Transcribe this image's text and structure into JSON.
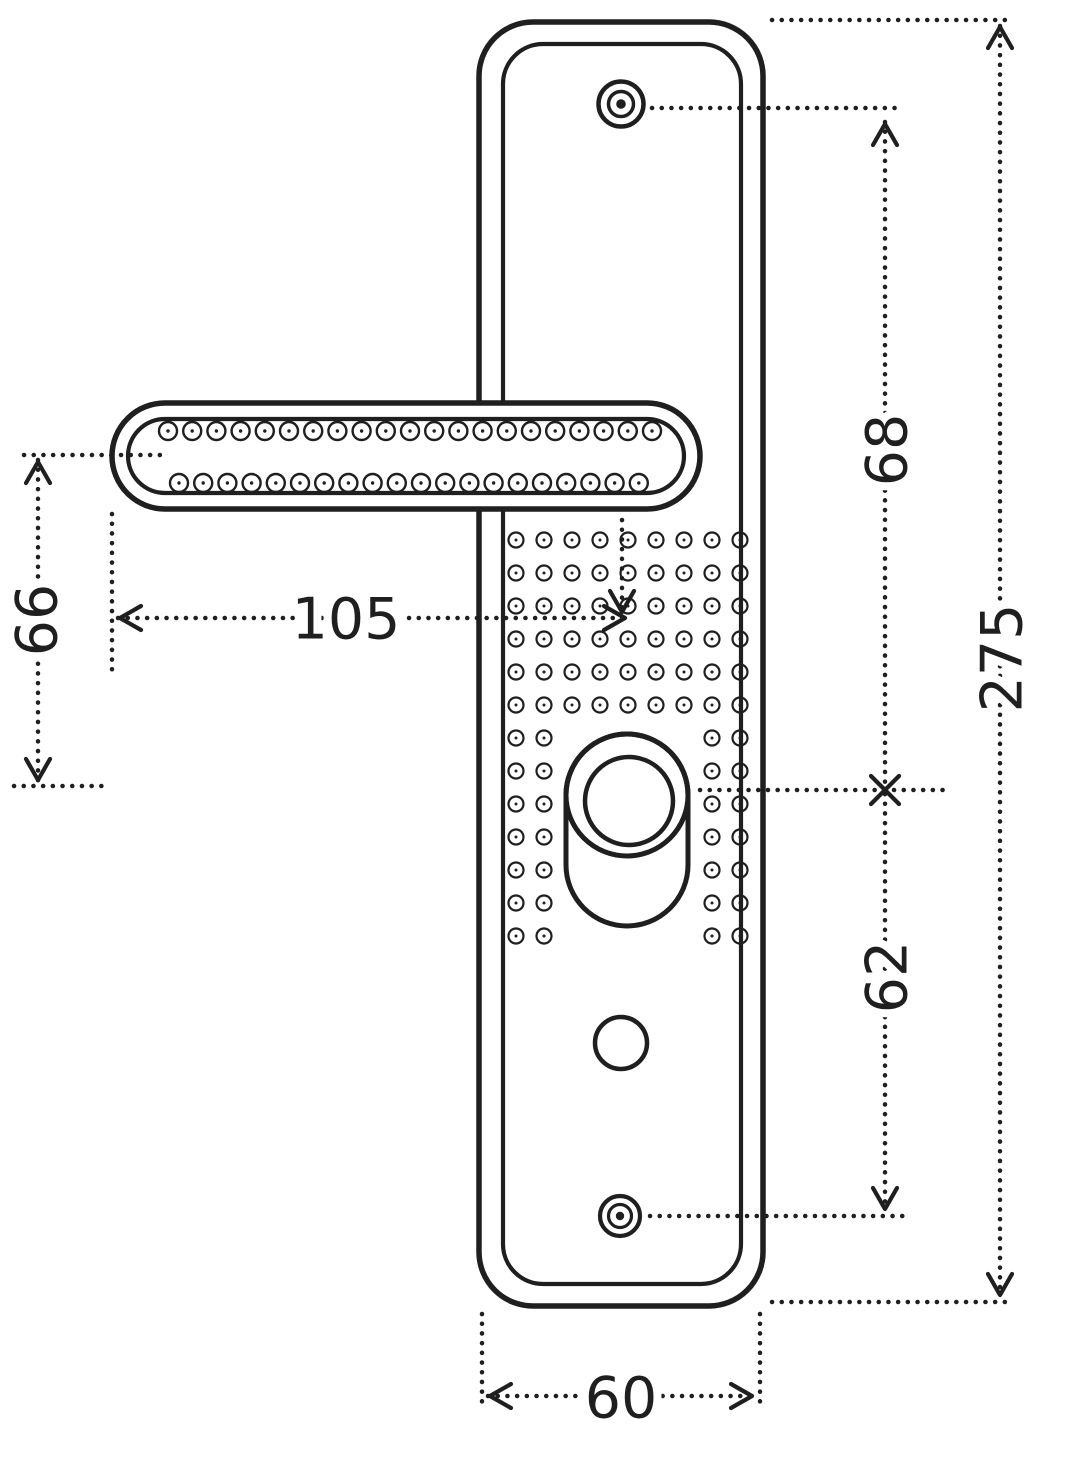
{
  "diagram": {
    "title": "Door handle backplate - dimensioned technical drawing",
    "line_color": "#1f1f1f",
    "background_color": "#ffffff",
    "dimensions": {
      "overall_height": "275",
      "top_screw_to_handle_axis": "68",
      "handle_axis_to_bottom_screw": "62",
      "handle_to_axis_offset": "66",
      "handle_reach": "105",
      "plate_width": "60"
    }
  }
}
